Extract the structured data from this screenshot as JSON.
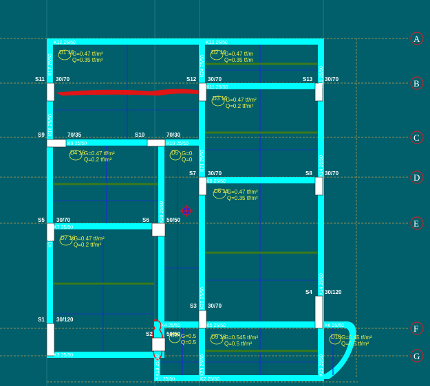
{
  "axes": [
    {
      "id": "A",
      "label": "A"
    },
    {
      "id": "B",
      "label": "B"
    },
    {
      "id": "C",
      "label": "C"
    },
    {
      "id": "D",
      "label": "D"
    },
    {
      "id": "E",
      "label": "E"
    },
    {
      "id": "F",
      "label": "F"
    },
    {
      "id": "G",
      "label": "G"
    }
  ],
  "columns": {
    "S11": {
      "name": "S11",
      "section": "30/70"
    },
    "S12": {
      "name": "S12",
      "section": "30/70"
    },
    "S13": {
      "name": "S13",
      "section": "30/70"
    },
    "S9": {
      "name": "S9",
      "section": "70/35"
    },
    "S10": {
      "name": "S10",
      "section": "70/30"
    },
    "S7": {
      "name": "S7",
      "section": "30/70"
    },
    "S8": {
      "name": "S8",
      "section": "30/70"
    },
    "S5": {
      "name": "S5",
      "section": "30/70"
    },
    "S6": {
      "name": "S6",
      "section": "50/50"
    },
    "S3": {
      "name": "S3",
      "section": "30/70"
    },
    "S4": {
      "name": "S4",
      "section": "30/120"
    },
    "S1": {
      "name": "S1",
      "section": "30/120"
    },
    "S2": {
      "name": "S2",
      "section": "50/50"
    }
  },
  "beams": {
    "k12": "K12 25/50",
    "k13": "K13 25/50",
    "k11": "K11 25/50",
    "k9": "K9 25/50",
    "k10": "K10 25/50",
    "k8": "K8 25/50",
    "k7": "K7 25/50",
    "k4": "K4 25/50",
    "k5": "K5 25/50",
    "k6": "K6 25/50",
    "k3": "K3 25/50",
    "k1": "K1 25/50",
    "k2": "K2 25/50",
    "k17": "K17 25/50",
    "k16": "K16 25/50",
    "k24": "K24 25/50",
    "k21": "K21 25/50",
    "k20": "K20 25/50",
    "k22": "K22 25/50",
    "k23": "K23 25/50",
    "k19": "K19 25/50",
    "k14": "K14 25/50",
    "k15": "K15 25/50",
    "k18": "K18 25/50",
    "k25": "K25 25/50"
  },
  "slabs": {
    "d1": {
      "tag": "D1 16",
      "g": "G=0.47 tf/m²",
      "q": "Q=0.35 tf/m²"
    },
    "d2": {
      "tag": "D2 16",
      "g": "G=0.47 tf/m",
      "q": "Q=0.35 tf/m"
    },
    "d3": {
      "tag": "D3 16",
      "g": "G=0.47 tf/m²",
      "q": "Q=0.2 tf/m²"
    },
    "d4": {
      "tag": "D4 16",
      "g": "G=0.47 tf/m²",
      "q": "Q=0.2 tf/m²"
    },
    "d5": {
      "tag": "D5",
      "g": "G=0.",
      "q": "Q=0."
    },
    "d6": {
      "tag": "D6 16",
      "g": "G=0.47 tf/m²",
      "q": "Q=0.35 tf/m²"
    },
    "d7": {
      "tag": "D7 16",
      "g": "G=0.47 tf/m²",
      "q": "Q=0.2 tf/m²"
    },
    "d8": {
      "tag": "D8",
      "g": "G=0.5",
      "q": "Q=0.5"
    },
    "d9": {
      "tag": "D9 16",
      "g": "G=0.545 tf/m²",
      "q": "Q=0.5 tf/m²"
    },
    "d10": {
      "tag": "D10",
      "g": "G=0.45 tf/m²",
      "q": "Q=0.5 tf/m²"
    }
  },
  "colors": {
    "background": "#005f6a",
    "beam": "#00ffff",
    "rebar_blue": "#1a2fd0",
    "rebar_green": "#3a7a1a",
    "grid_orange": "#c8a050",
    "axis_red": "#c0262c",
    "load_text": "#f3f34a"
  }
}
